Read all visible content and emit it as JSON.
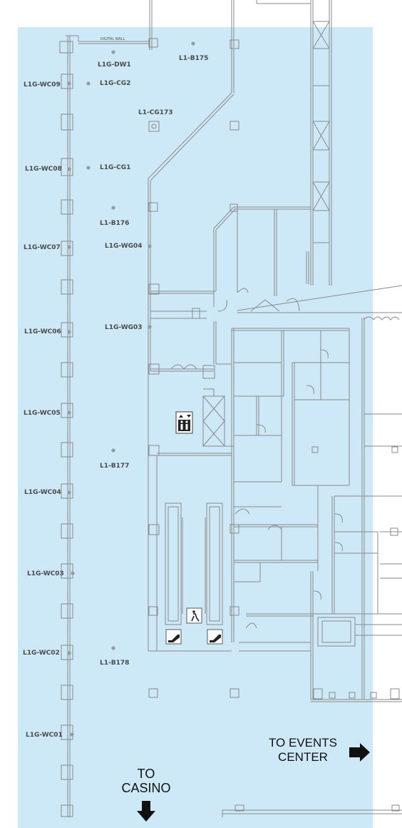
{
  "colors": {
    "highlight": "#cde9f7",
    "wall": "#8a8a8a",
    "dot": "#9a9a9a",
    "label": "#4a4a4a"
  },
  "features": {
    "digital_wall": "DIGITAL WALL"
  },
  "locations": [
    {
      "id": "dw1",
      "label": "L1G-DW1"
    },
    {
      "id": "b175",
      "label": "L1-B175"
    },
    {
      "id": "wc09",
      "label": "L1G-WC09"
    },
    {
      "id": "cg2",
      "label": "L1G-CG2"
    },
    {
      "id": "cg173",
      "label": "L1-CG173"
    },
    {
      "id": "wc08",
      "label": "L1G-WC08"
    },
    {
      "id": "cg1",
      "label": "L1G-CG1"
    },
    {
      "id": "b176",
      "label": "L1-B176"
    },
    {
      "id": "wc07",
      "label": "L1G-WC07"
    },
    {
      "id": "wg04",
      "label": "L1G-WG04"
    },
    {
      "id": "wc06",
      "label": "L1G-WC06"
    },
    {
      "id": "wg03",
      "label": "L1G-WG03"
    },
    {
      "id": "wc05",
      "label": "L1G-WC05"
    },
    {
      "id": "b177",
      "label": "L1-B177"
    },
    {
      "id": "wc04",
      "label": "L1G-WC04"
    },
    {
      "id": "wc03",
      "label": "L1G-WC03"
    },
    {
      "id": "wc02",
      "label": "L1G-WC02"
    },
    {
      "id": "b178",
      "label": "L1-B178"
    },
    {
      "id": "wc01",
      "label": "L1G-WC01"
    }
  ],
  "directions": {
    "events_line1": "TO EVENTS",
    "events_line2": "CENTER",
    "casino_line1": "TO",
    "casino_line2": "CASINO"
  },
  "icons": {
    "elevator": "elevator-icon",
    "escalator_up": "escalator-icon",
    "escalator_down": "escalator-icon",
    "stairs": "stairs-icon"
  }
}
